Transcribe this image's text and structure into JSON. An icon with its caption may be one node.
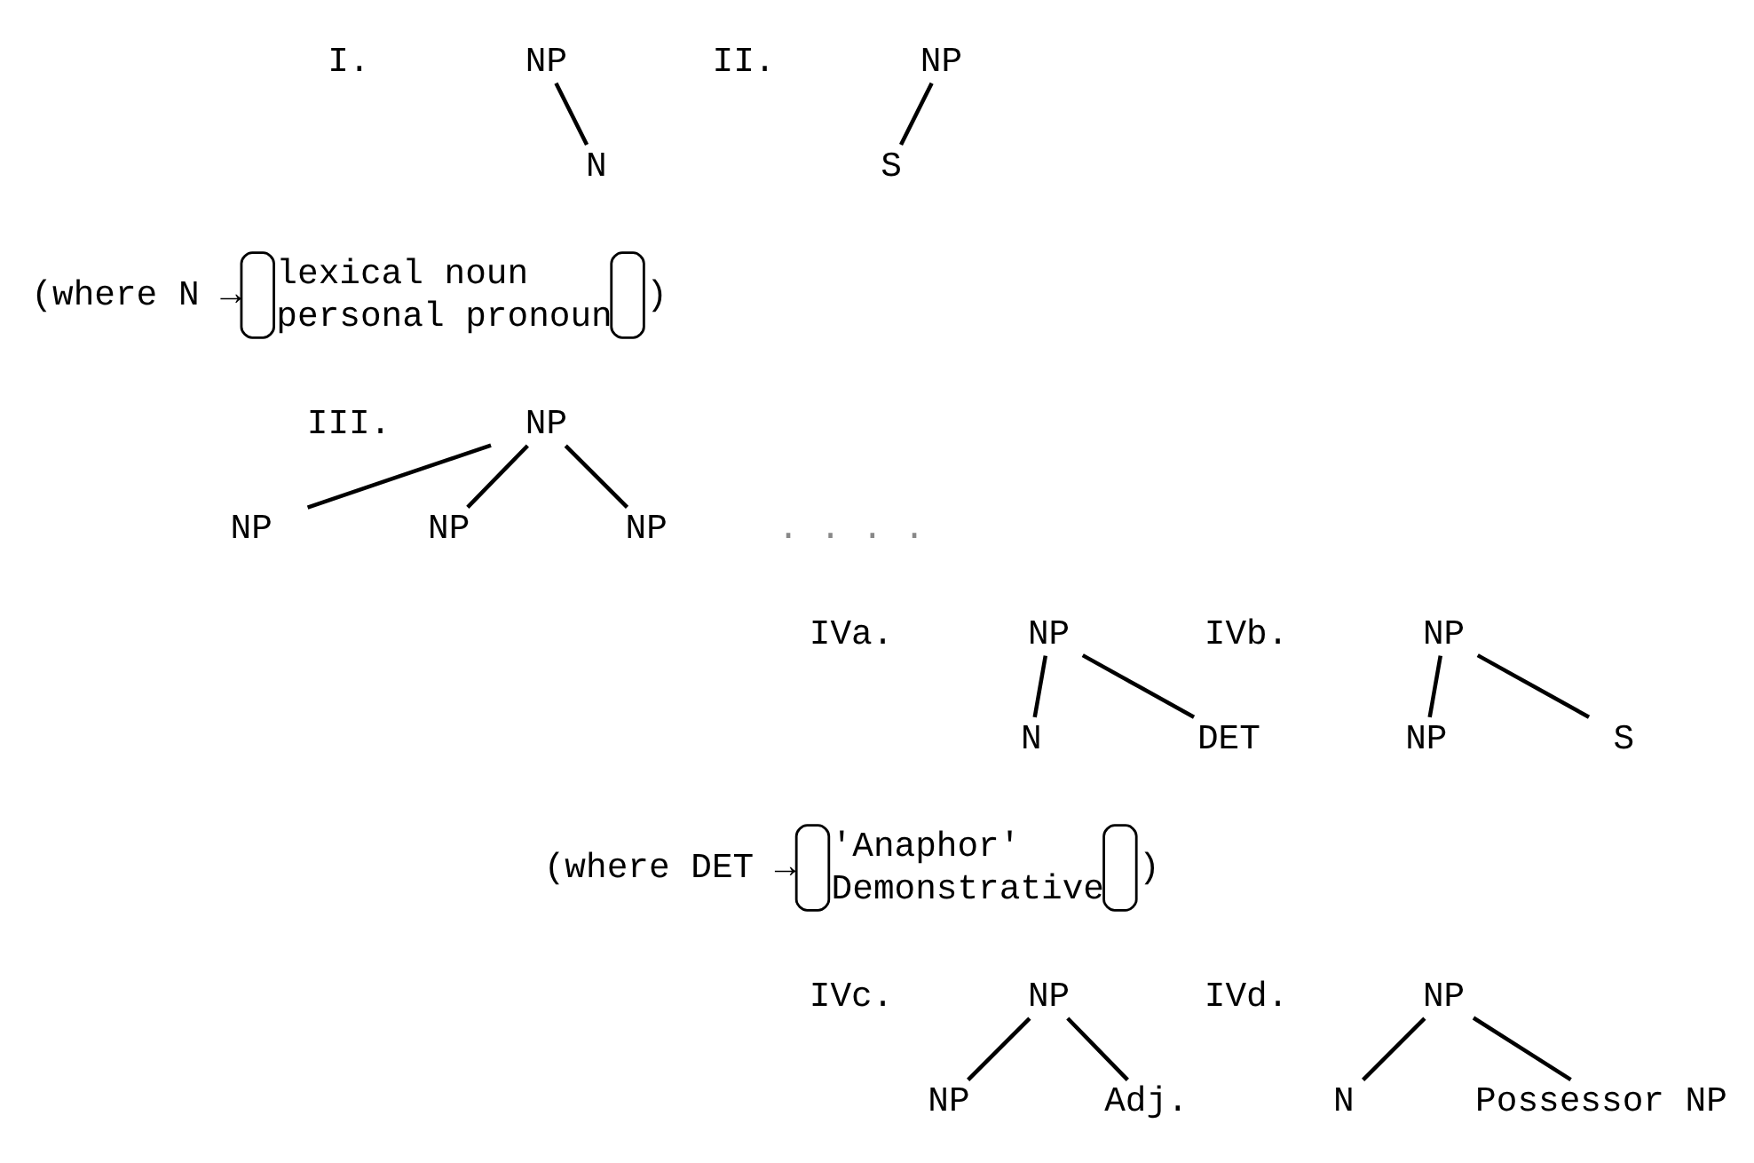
{
  "diagram": {
    "nodes": [
      {
        "text": [
          "NP"
        ]
      },
      {
        "text": [
          "N"
        ]
      },
      {
        "text": [
          "NP"
        ]
      },
      {
        "text": [
          "S"
        ]
      },
      {
        "text": [
          "NP"
        ]
      },
      {
        "text": [
          "NP"
        ]
      },
      {
        "text": [
          "NP"
        ]
      },
      {
        "text": [
          "NP"
        ]
      },
      {
        "text": [
          "NP"
        ]
      },
      {
        "text": [
          "N"
        ]
      },
      {
        "text": [
          "DET"
        ]
      },
      {
        "text": [
          "NP"
        ]
      },
      {
        "text": [
          "NP"
        ]
      },
      {
        "text": [
          "S"
        ]
      },
      {
        "text": [
          "NP"
        ]
      },
      {
        "text": [
          "NP"
        ]
      },
      {
        "text": [
          "Adj."
        ]
      },
      {
        "text": [
          "NP"
        ]
      },
      {
        "text": [
          "N"
        ]
      },
      {
        "text": [
          "Possessor NP"
        ]
      }
    ],
    "edges": [
      {
        "from": 0,
        "to": 1,
        "arrow": "none"
      },
      {
        "from": 2,
        "to": 3,
        "arrow": "none"
      },
      {
        "from": 4,
        "to": 5,
        "arrow": "none"
      },
      {
        "from": 4,
        "to": 6,
        "arrow": "none"
      },
      {
        "from": 4,
        "to": 7,
        "arrow": "none"
      },
      {
        "from": 8,
        "to": 9,
        "arrow": "none"
      },
      {
        "from": 8,
        "to": 10,
        "arrow": "none"
      },
      {
        "from": 11,
        "to": 12,
        "arrow": "none"
      },
      {
        "from": 11,
        "to": 13,
        "arrow": "none"
      },
      {
        "from": 14,
        "to": 15,
        "arrow": "none"
      },
      {
        "from": 14,
        "to": 16,
        "arrow": "none"
      },
      {
        "from": 17,
        "to": 18,
        "arrow": "none"
      },
      {
        "from": 17,
        "to": 19,
        "arrow": "none"
      }
    ],
    "labels": [
      "I.",
      "II.",
      "(where N →",
      "lexical noun",
      "personal pronoun",
      ")",
      "III.",
      ". . . .",
      "IVa.",
      "IVb.",
      "(where DET →",
      "'Anaphor'",
      "Demonstrative",
      ")",
      "IVc.",
      "IVd."
    ]
  }
}
